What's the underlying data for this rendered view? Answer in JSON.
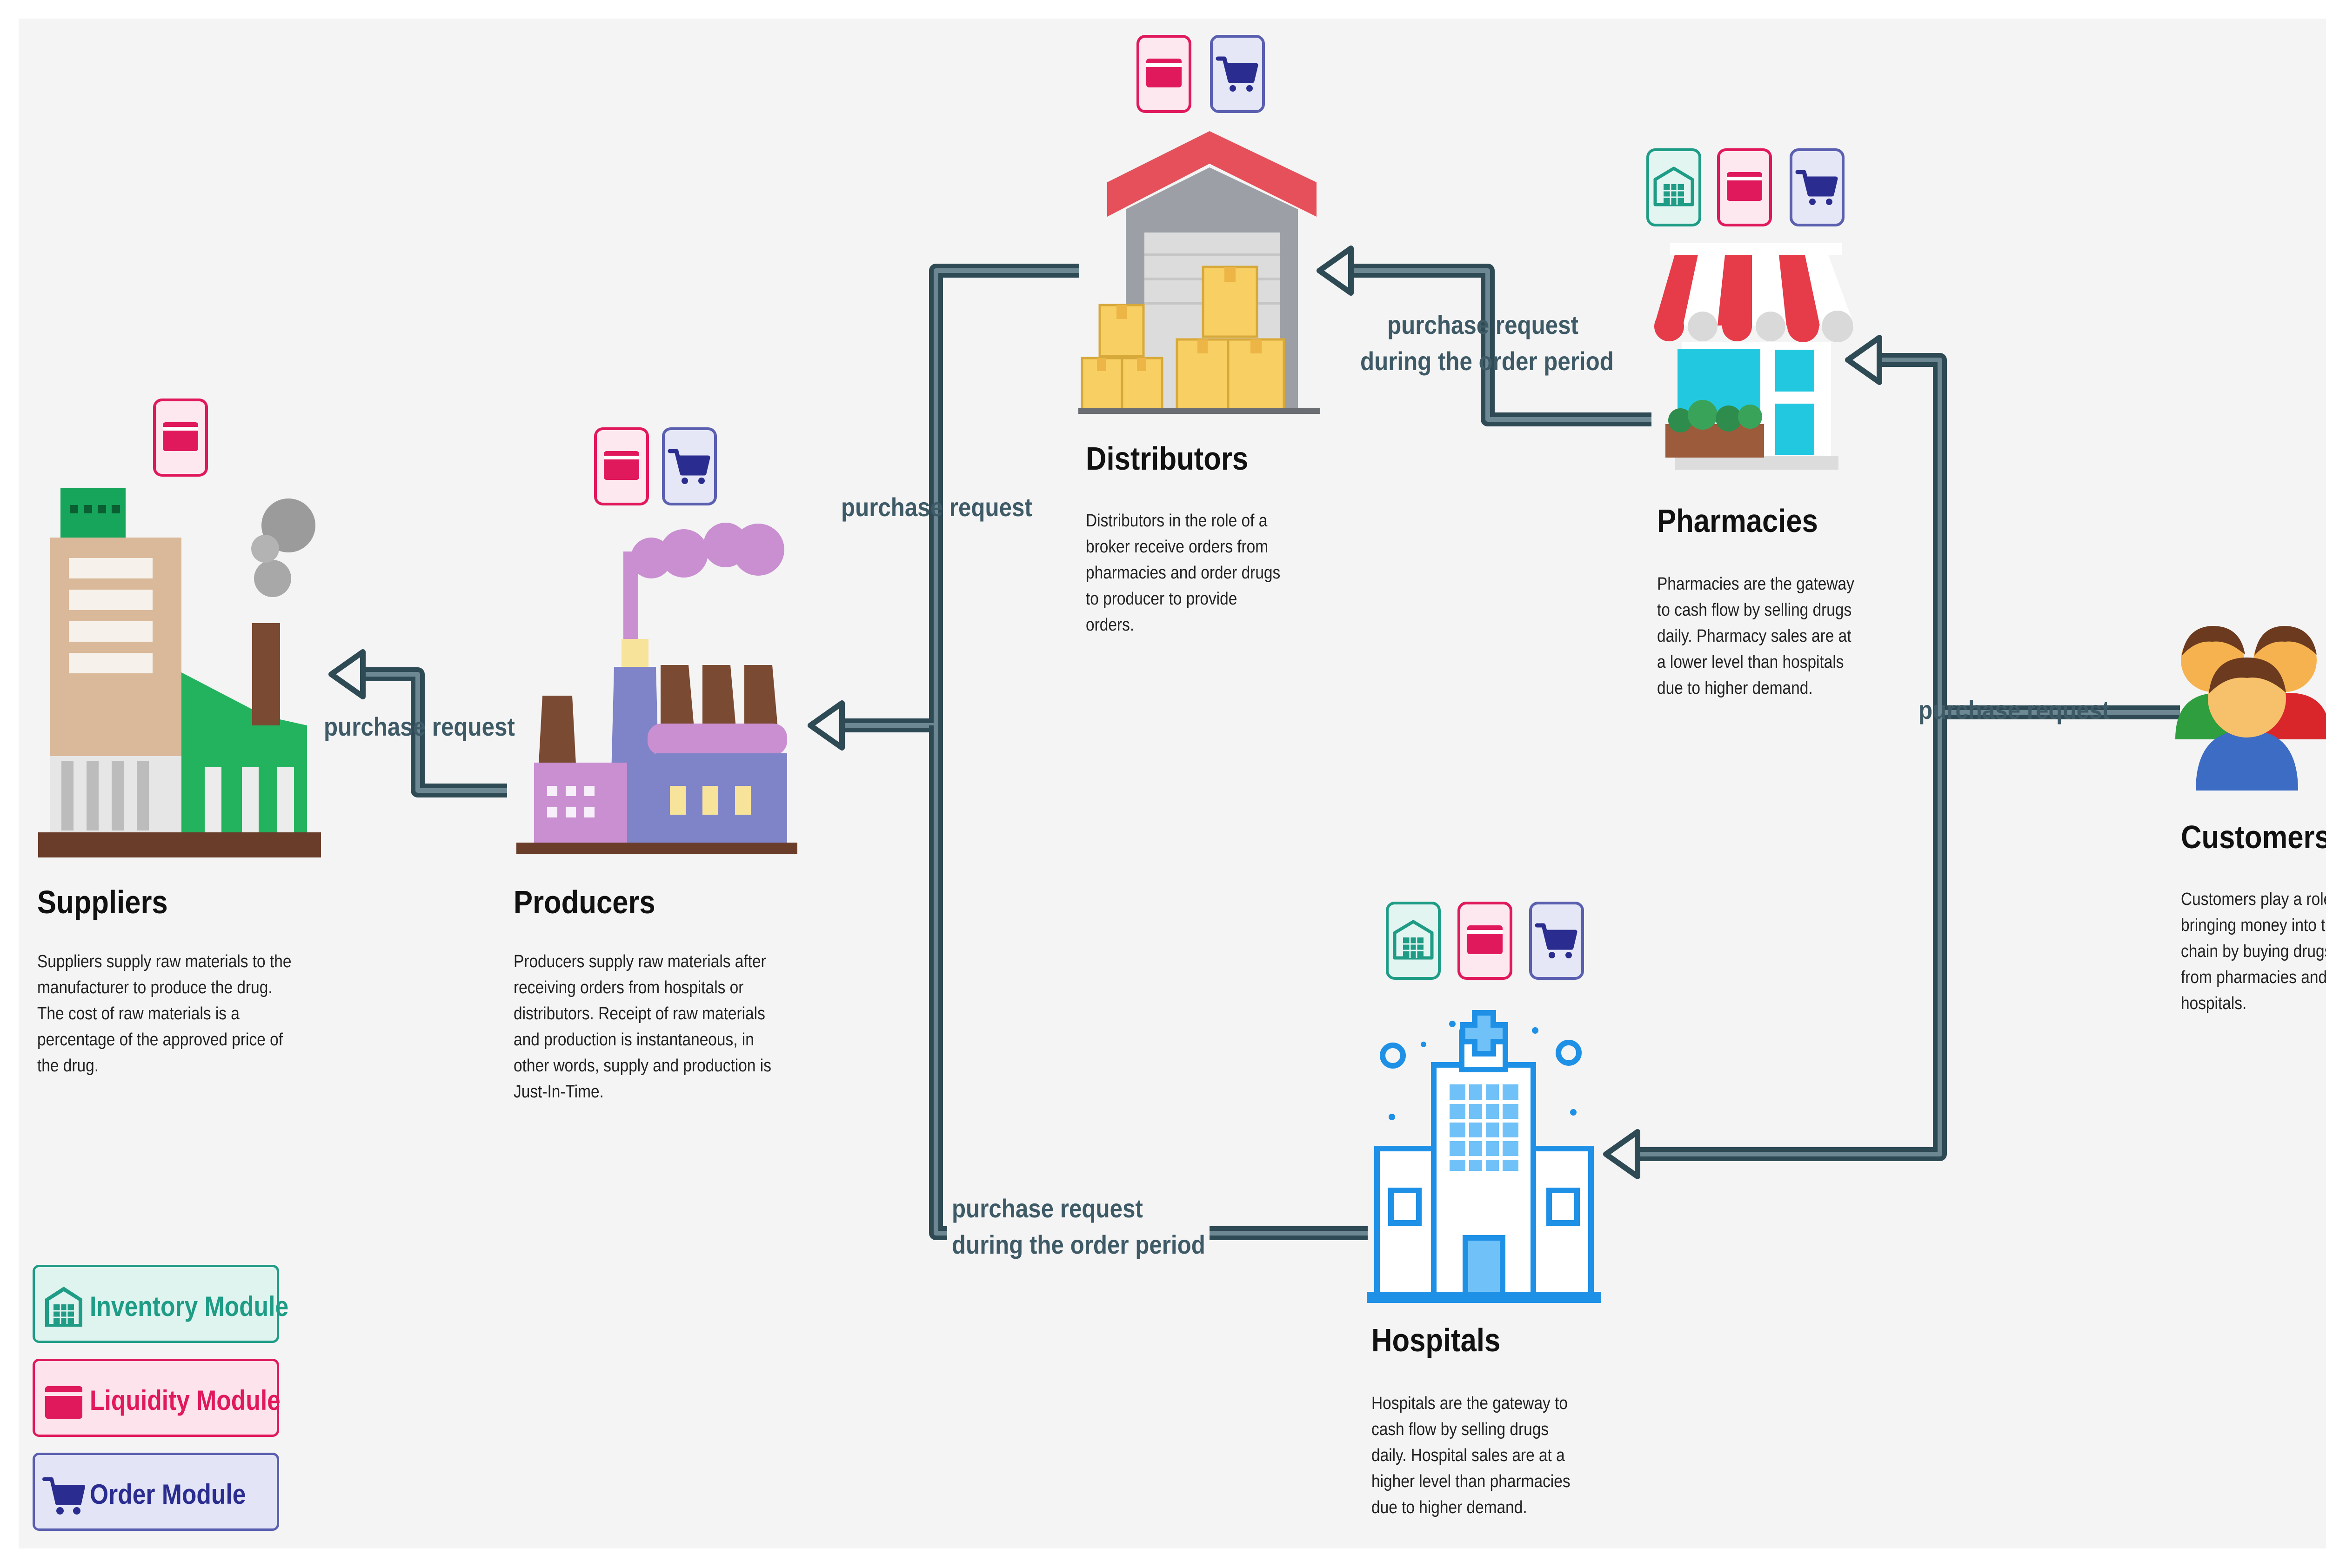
{
  "colors": {
    "panel": "#f4f4f4",
    "arrow": "#2e4a55",
    "label": "#3e5a66",
    "inventory": "#1f9c86",
    "liquidity": "#e0195c",
    "order": "#2a2d8f"
  },
  "nodes": {
    "suppliers": {
      "title": "Suppliers",
      "desc": [
        "Suppliers supply raw materials to the",
        "manufacturer to produce the drug.",
        "The cost of raw materials is a",
        "percentage of the approved price of",
        "the drug."
      ],
      "icon": "supplier-factory-icon",
      "modules": [
        "liquidity"
      ]
    },
    "producers": {
      "title": "Producers",
      "desc": [
        "Producers supply raw materials after",
        "receiving orders from hospitals or",
        "distributors. Receipt of raw materials",
        "and production is instantaneous, in",
        "other words, supply and production is",
        "Just-In-Time."
      ],
      "icon": "producer-factory-icon",
      "modules": [
        "liquidity",
        "order"
      ]
    },
    "distributors": {
      "title": "Distributors",
      "desc": [
        "Distributors in the role of a",
        "broker receive orders from",
        "pharmacies and order drugs",
        "to producer to provide",
        "orders."
      ],
      "icon": "warehouse-icon",
      "modules": [
        "liquidity",
        "order"
      ]
    },
    "pharmacies": {
      "title": "Pharmacies",
      "desc": [
        "Pharmacies are the gateway",
        "to cash flow by selling drugs",
        "daily. Pharmacy sales are at",
        "a lower level than hospitals",
        "due to higher demand."
      ],
      "icon": "pharmacy-store-icon",
      "modules": [
        "inventory",
        "liquidity",
        "order"
      ]
    },
    "hospitals": {
      "title": "Hospitals",
      "desc": [
        "Hospitals are the gateway to",
        "cash flow by selling drugs",
        "daily. Hospital sales are at a",
        "higher level than pharmacies",
        "due to higher demand."
      ],
      "icon": "hospital-icon",
      "modules": [
        "inventory",
        "liquidity",
        "order"
      ]
    },
    "customers": {
      "title": "Customers",
      "desc": [
        "Customers play a role in",
        "bringing money into the",
        "chain by buying drugs daily",
        "from pharmacies and",
        "hospitals."
      ],
      "icon": "customers-group-icon",
      "modules": []
    }
  },
  "flows": {
    "producers_to_suppliers": [
      "purchase request"
    ],
    "distributors_to_producers": [
      "purchase request"
    ],
    "pharmacies_to_distributors": [
      "purchase request",
      "during the order period"
    ],
    "customers_to_pharmacies": [
      "purchase request"
    ],
    "hospitals_to_producers": [
      "purchase request",
      "during the order period"
    ]
  },
  "legend": {
    "inventory": "Inventory Module",
    "liquidity": "Liquidity Module",
    "order": "Order Module"
  }
}
